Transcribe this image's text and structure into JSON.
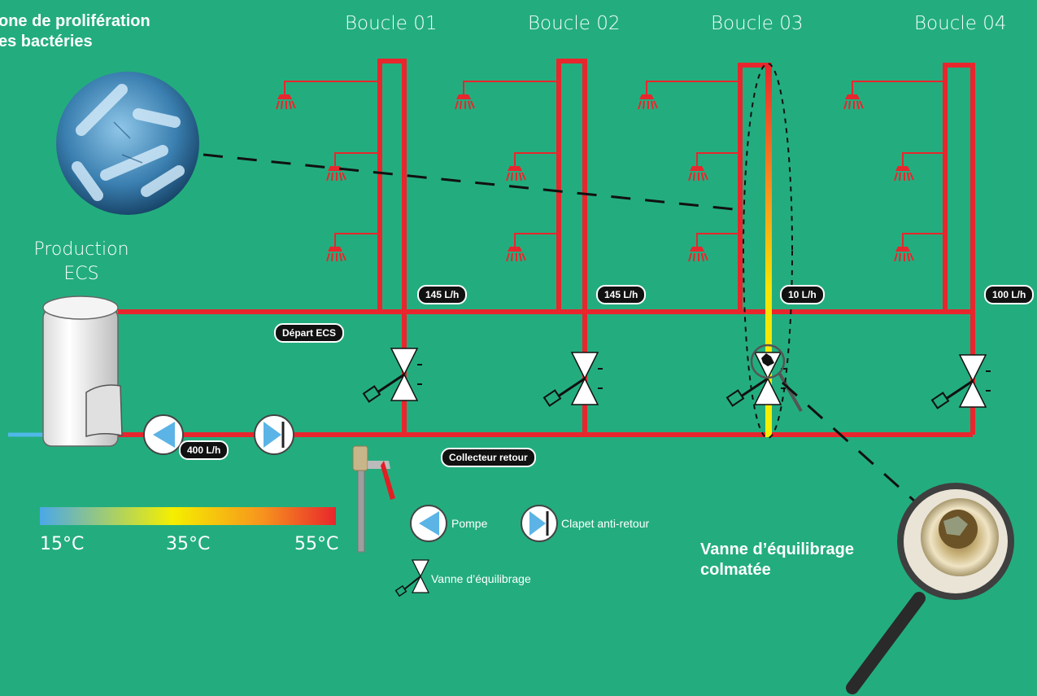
{
  "zone_label": [
    "one de prolifération",
    "es bactéries"
  ],
  "loops": [
    "Boucle 01",
    "Boucle 02",
    "Boucle 03",
    "Boucle 04"
  ],
  "production_label": [
    "Production",
    "ECS"
  ],
  "flows": {
    "loop1": "145 L/h",
    "loop2": "145 L/h",
    "loop3": "10 L/h",
    "loop4": "100 L/h",
    "pump": "400 L/h"
  },
  "pipe_labels": {
    "depart": "Départ ECS",
    "retour": "Collecteur retour"
  },
  "temperature_scale": {
    "min": "15°C",
    "mid": "35°C",
    "max": "55°C"
  },
  "legend": {
    "pump": "Pompe",
    "check_valve": "Clapet anti-retour",
    "balancing_valve": "Vanne d’équilibrage"
  },
  "clogged_valve_label": [
    "Vanne d’équilibrage",
    "colmatée"
  ],
  "colors": {
    "background": "#23ad7e",
    "pipe_hot": "#e8262d",
    "pipe_cold": "#f2ea00",
    "scale_start": "#4aa8e8",
    "scale_end": "#e8262d"
  },
  "icons": [
    "bacteria-magnifier-icon",
    "shower-head-icon",
    "balancing-valve-icon",
    "pump-icon",
    "check-valve-icon",
    "drain-tap-icon",
    "magnifying-glass-icon",
    "water-heater-icon"
  ]
}
